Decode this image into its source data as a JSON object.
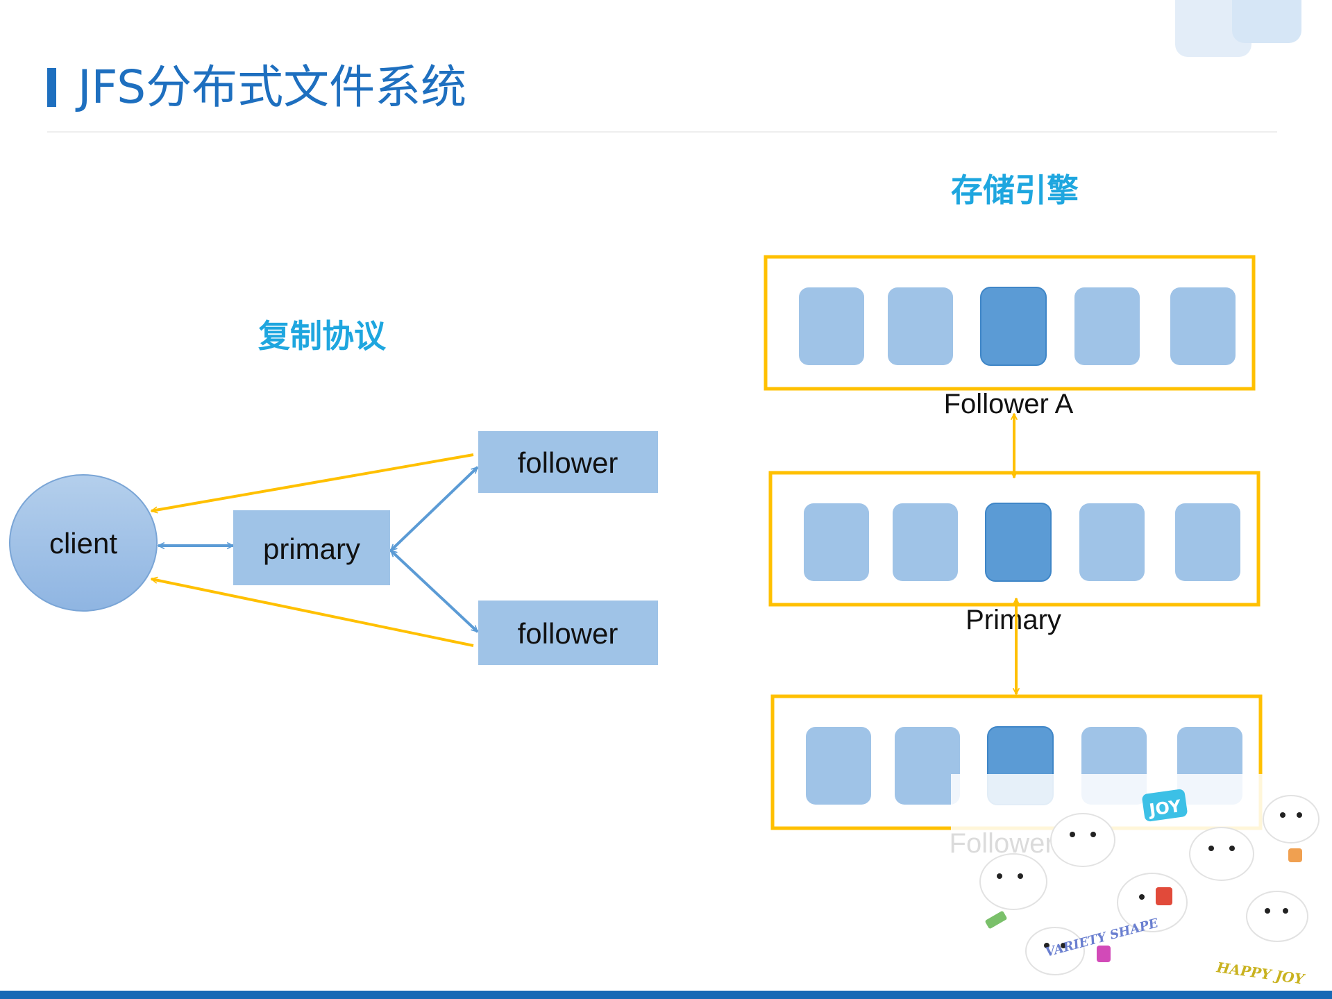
{
  "slide": {
    "title": "JFS分布式文件系统",
    "accent_color": "#1e6fbf",
    "bottom_bar_color": "#1769b5"
  },
  "replication": {
    "heading": "复制协议",
    "nodes": {
      "client": "client",
      "primary": "primary",
      "follower_top": "follower",
      "follower_bottom": "follower"
    }
  },
  "storage": {
    "heading": "存储引擎",
    "groups": [
      {
        "label": "Follower A",
        "blocks": 5,
        "highlight_index": 2
      },
      {
        "label": "Primary",
        "blocks": 5,
        "highlight_index": 2
      },
      {
        "label": "Follower B",
        "blocks": 5,
        "highlight_index": 2
      }
    ]
  },
  "decor": {
    "sticker_badge": "JOY",
    "sticker_text_1": "VARIETY SHAPE",
    "sticker_text_2": "HAPPY JOY"
  },
  "colors": {
    "block": "#9fc3e7",
    "block_highlight": "#5b9bd5",
    "frame": "#ffc000",
    "arrow_blue": "#5b9bd5",
    "arrow_yellow": "#ffc000",
    "heading": "#1ea6df"
  }
}
